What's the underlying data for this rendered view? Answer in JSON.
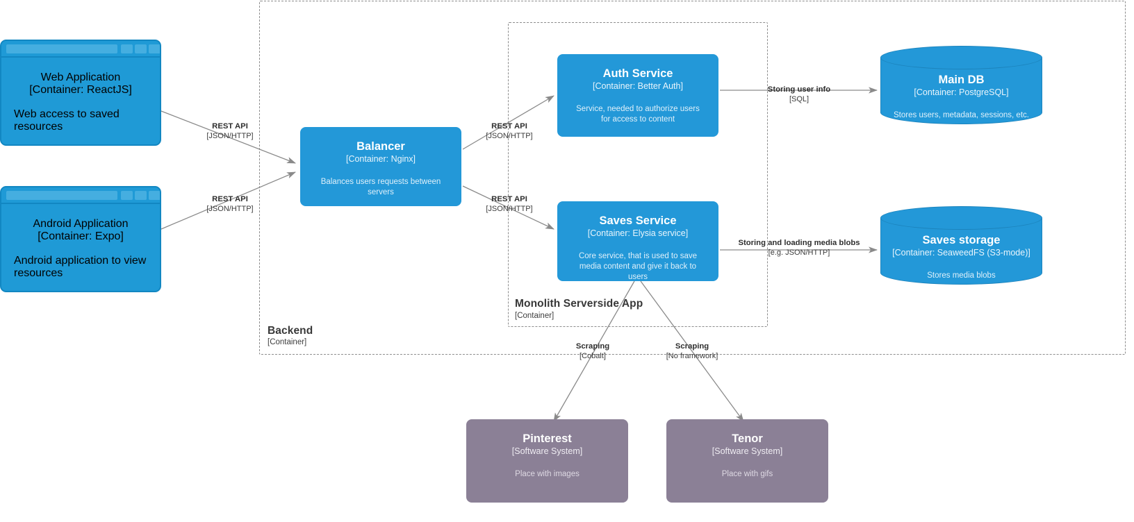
{
  "diagram": {
    "type": "c4-container-diagram",
    "background": "#ffffff",
    "colors": {
      "container": "#2398d8",
      "container_border": "#1c84bd",
      "software_system": "#8b8096",
      "boundary_border": "#8c8c8c",
      "edge": "#8a8a8a",
      "label_text": "#2e2e2e"
    }
  },
  "boundaries": [
    {
      "id": "backend",
      "label": "Backend",
      "sublabel": "[Container]"
    },
    {
      "id": "monolith",
      "label": "Monolith Serverside App",
      "sublabel": "[Container]"
    }
  ],
  "nodes": {
    "web_application": {
      "title": "Web Application",
      "tech": "[Container: ReactJS]",
      "desc": "Web access to saved resources",
      "shape": "browser-window"
    },
    "android_application": {
      "title": "Android Application",
      "tech": "[Container: Expo]",
      "desc": "Android application to view resources",
      "shape": "browser-window"
    },
    "balancer": {
      "title": "Balancer",
      "tech": "[Container: Nginx]",
      "desc": "Balances users requests between servers",
      "shape": "rounded-box"
    },
    "auth_service": {
      "title": "Auth Service",
      "tech": "[Container: Better Auth]",
      "desc": "Service, needed to authorize users for access to content",
      "shape": "rounded-box"
    },
    "saves_service": {
      "title": "Saves Service",
      "tech": "[Container: Elysia service]",
      "desc": "Core service, that is used to save media content and give it back to users",
      "shape": "rounded-box"
    },
    "main_db": {
      "title": "Main DB",
      "tech": "[Container: PostgreSQL]",
      "desc": "Stores users, metadata, sessions, etc.",
      "shape": "cylinder"
    },
    "saves_storage": {
      "title": "Saves storage",
      "tech": "[Container: SeaweedFS (S3-mode)]",
      "desc": "Stores media blobs",
      "shape": "cylinder"
    },
    "pinterest": {
      "title": "Pinterest",
      "tech": "[Software System]",
      "desc": "Place with images",
      "shape": "rounded-box"
    },
    "tenor": {
      "title": "Tenor",
      "tech": "[Software System]",
      "desc": "Place with gifs",
      "shape": "rounded-box"
    }
  },
  "edges": [
    {
      "id": "web-to-balancer",
      "from": "web_application",
      "to": "balancer",
      "label": "REST API",
      "technology": "[JSON/HTTP]"
    },
    {
      "id": "android-to-balancer",
      "from": "android_application",
      "to": "balancer",
      "label": "REST API",
      "technology": "[JSON/HTTP]"
    },
    {
      "id": "balancer-to-auth",
      "from": "balancer",
      "to": "auth_service",
      "label": "REST API",
      "technology": "[JSON/HTTP]"
    },
    {
      "id": "balancer-to-saves",
      "from": "balancer",
      "to": "saves_service",
      "label": "REST API",
      "technology": "[JSON/HTTP]"
    },
    {
      "id": "auth-to-maindb",
      "from": "auth_service",
      "to": "main_db",
      "label": "Storing user info",
      "technology": "[SQL]"
    },
    {
      "id": "saves-to-storage",
      "from": "saves_service",
      "to": "saves_storage",
      "label": "Storing and loading media blobs",
      "technology": "[e.g. JSON/HTTP]"
    },
    {
      "id": "saves-to-pinterest",
      "from": "saves_service",
      "to": "pinterest",
      "label": "Scraping",
      "technology": "[Cobalt]"
    },
    {
      "id": "saves-to-tenor",
      "from": "saves_service",
      "to": "tenor",
      "label": "Scraping",
      "technology": "[No framework]"
    }
  ]
}
